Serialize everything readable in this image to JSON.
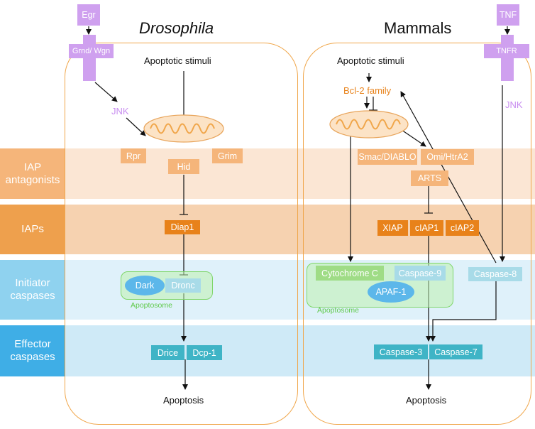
{
  "titles": {
    "left": "Drosophila",
    "right": "Mammals"
  },
  "rows": {
    "iap_antagonists": "IAP antagonists",
    "iaps": "IAPs",
    "initiator": "Initiator caspases",
    "effector": "Effector caspases"
  },
  "drosophila": {
    "ligand": "Egr",
    "receptor": "Grnd/ Wgn",
    "jnk": "JNK",
    "stimuli": "Apoptotic stimuli",
    "antagonists": [
      "Rpr",
      "Hid",
      "Grim"
    ],
    "iap": "Diap1",
    "apoptosome_parts": [
      "Dark",
      "Dronc"
    ],
    "apoptosome": "Apoptosome",
    "effectors": [
      "Drice",
      "Dcp-1"
    ],
    "outcome": "Apoptosis"
  },
  "mammals": {
    "ligand": "TNF",
    "receptor": "TNFR",
    "jnk": "JNK",
    "stimuli": "Apoptotic stimuli",
    "bcl2": "Bcl-2 family",
    "antagonists": [
      "Smac/DIABLO",
      "Omi/HtrA2",
      "ARTS"
    ],
    "iaps": [
      "XIAP",
      "cIAP1",
      "cIAP2"
    ],
    "apoptosome_parts": [
      "Cytochrome C",
      "Caspase-9",
      "APAF-1"
    ],
    "apoptosome": "Apoptosome",
    "caspase8": "Caspase-8",
    "effectors": [
      "Caspase-3",
      "Caspase-7"
    ],
    "outcome": "Apoptosis"
  },
  "colors": {
    "band_antagonists": "#fbe6d4",
    "band_iaps": "#f6d2b0",
    "band_initiator": "#dff1fa",
    "band_effector": "#cfeaf7",
    "label_antagonists": "#f5b57a",
    "label_iaps": "#eea04d",
    "label_initiator": "#8fd2ef",
    "label_effector": "#3faee6"
  }
}
